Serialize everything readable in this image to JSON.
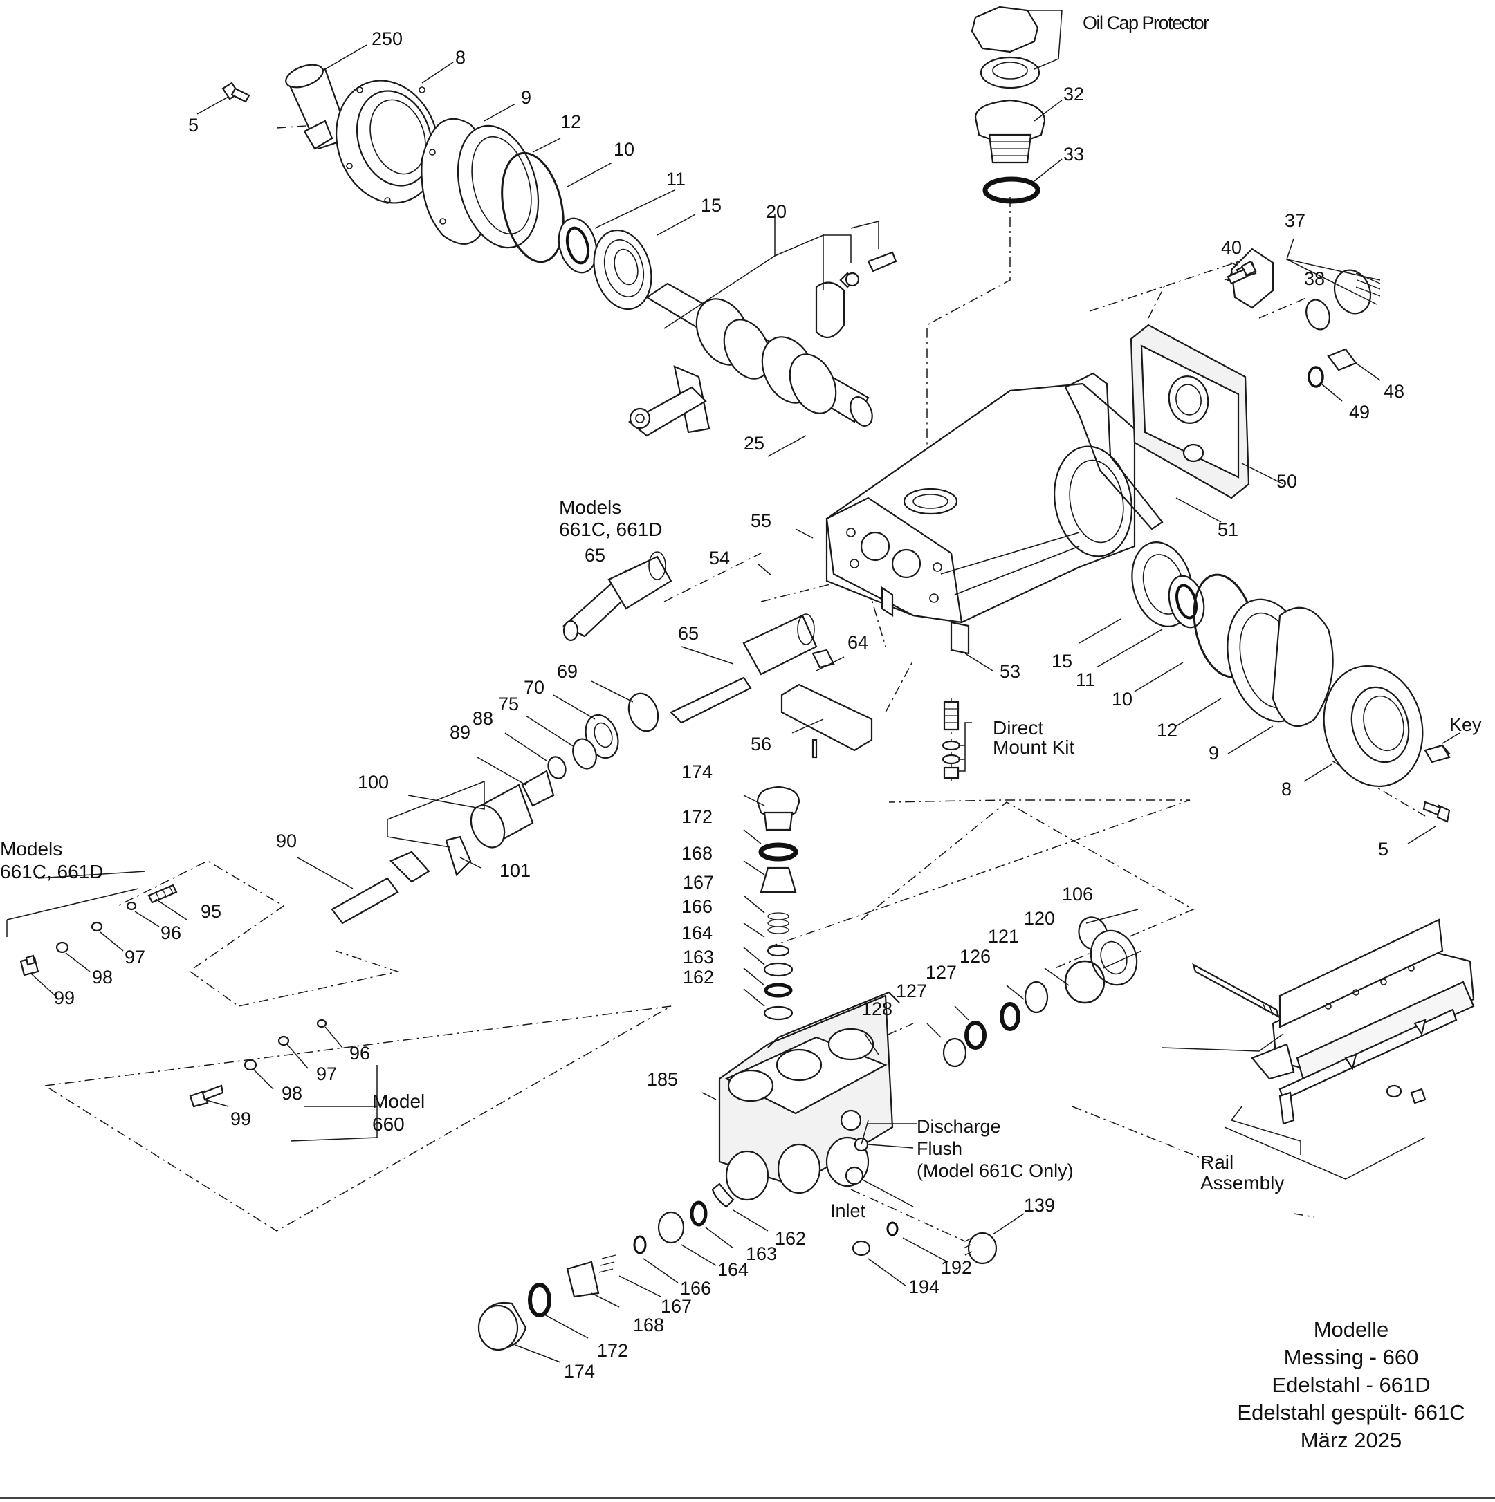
{
  "labels": {
    "p250": "250",
    "p8a": "8",
    "p9a": "9",
    "p12a": "12",
    "p10a": "10",
    "p11a": "11",
    "p15a": "15",
    "p20": "20",
    "p25": "25",
    "p5a": "5",
    "oil_cap": "Oil Cap Protector",
    "p32": "32",
    "p33": "33",
    "p37": "37",
    "p38": "38",
    "p40": "40",
    "p48": "48",
    "p49": "49",
    "p50": "50",
    "p51": "51",
    "p55": "55",
    "p54": "54",
    "p65a": "65",
    "p65b": "65",
    "p64": "64",
    "p53": "53",
    "p56": "56",
    "p69": "69",
    "p70": "70",
    "p75": "75",
    "p88": "88",
    "p89": "89",
    "p100": "100",
    "p101": "101",
    "p90": "90",
    "p15b": "15",
    "p11b": "11",
    "p10b": "10",
    "p12b": "12",
    "p9b": "9",
    "p8b": "8",
    "p5b": "5",
    "key": "Key",
    "p174a": "174",
    "p172a": "172",
    "p168a": "168",
    "p167a": "167",
    "p166a": "166",
    "p164a": "164",
    "p163a": "163",
    "p162a": "162",
    "p95": "95",
    "p96a": "96",
    "p97a": "97",
    "p98a": "98",
    "p99a": "99",
    "p96b": "96",
    "p97b": "97",
    "p98b": "98",
    "p99b": "99",
    "p106": "106",
    "p120": "120",
    "p121": "121",
    "p126": "126",
    "p127a": "127",
    "p127b": "127",
    "p128": "128",
    "p185": "185",
    "discharge": "Discharge",
    "flush": "Flush",
    "flush_note": "(Model 661C Only)",
    "inlet": "Inlet",
    "p162b": "162",
    "p163b": "163",
    "p164b": "164",
    "p166b": "166",
    "p167b": "167",
    "p168b": "168",
    "p172b": "172",
    "p174b": "174",
    "p139": "139",
    "p192": "192",
    "p194": "194"
  },
  "groups": {
    "models_661_top": [
      "Models",
      "661C, 661D"
    ],
    "models_661_left": [
      "Models",
      "661C, 661D"
    ],
    "model_660": [
      "Model",
      "660"
    ],
    "direct_mount": [
      "Direct",
      "Mount Kit"
    ],
    "rail_assembly": [
      "Rail",
      "Assembly"
    ]
  },
  "footer": {
    "title": "Modelle",
    "lines": [
      "Messing - 660",
      "Edelstahl - 661D",
      "Edelstahl gespült- 661C",
      "März 2025"
    ]
  }
}
